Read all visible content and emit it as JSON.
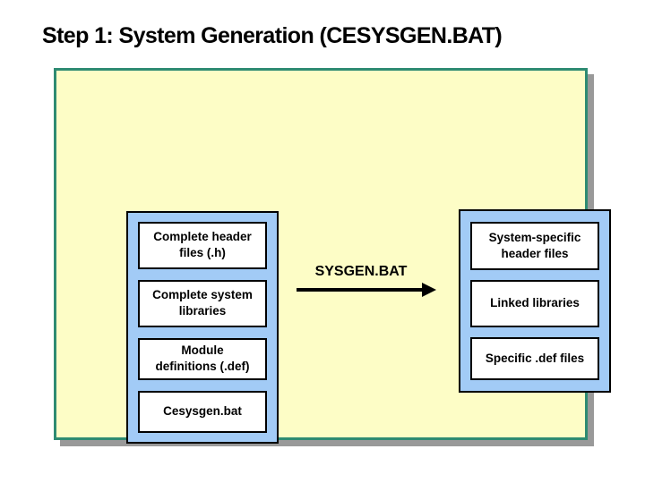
{
  "title": "Step 1: System Generation (CESYSGEN.BAT)",
  "diagram": {
    "left_column": {
      "items": [
        {
          "label": "Complete header\nfiles (.h)"
        },
        {
          "label": "Complete system\nlibraries"
        },
        {
          "label": "Module\ndefinitions (.def)"
        },
        {
          "label": "Cesysgen.bat"
        }
      ]
    },
    "process": {
      "label": "SYSGEN.BAT"
    },
    "right_column": {
      "items": [
        {
          "label": "System-specific\nheader files"
        },
        {
          "label": "Linked libraries"
        },
        {
          "label": "Specific .def files"
        }
      ]
    }
  },
  "colors": {
    "panel_fill": "#FDFDC6",
    "panel_border": "#2E8B72",
    "group_fill": "#A2CBF6",
    "box_fill": "#FFFFFF",
    "box_border": "#000000",
    "shadow": "#999999",
    "title_color": "#000000",
    "arrow_color": "#000000"
  }
}
